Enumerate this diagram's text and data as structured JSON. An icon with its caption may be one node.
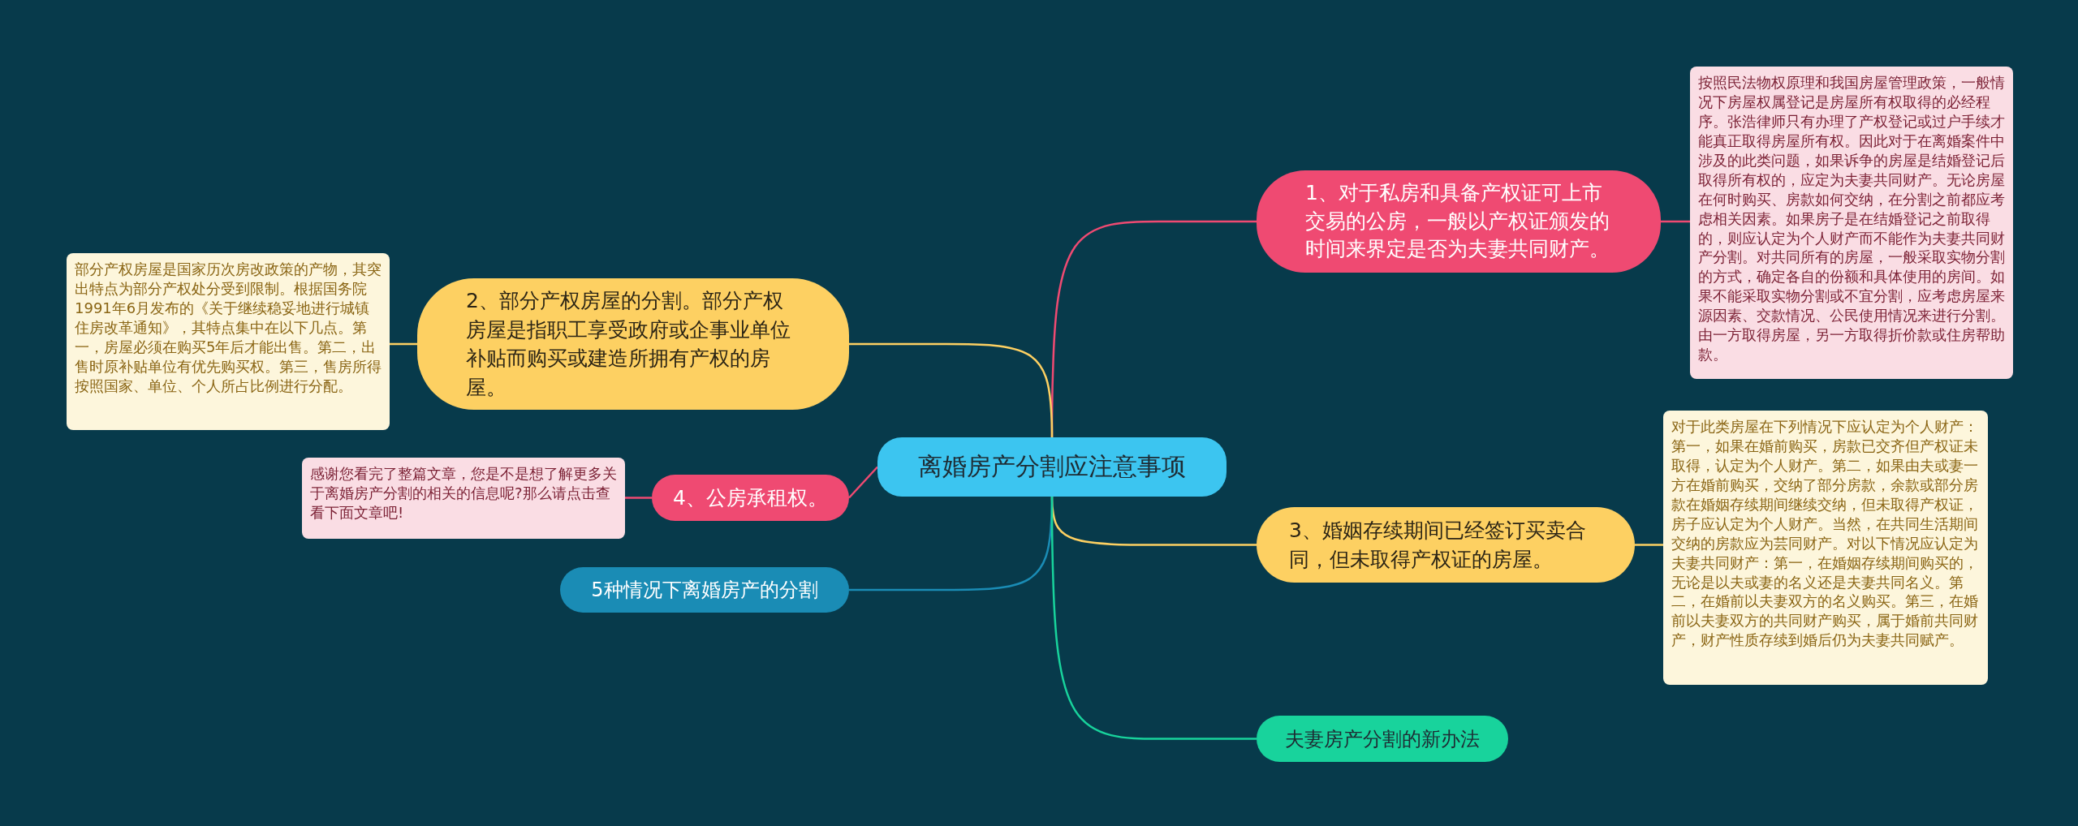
{
  "diagram": {
    "nodes": [
      {
        "text": [
          "离婚房产分割应注意事项"
        ]
      },
      {
        "text": [
          "1、对于私房和具备产权证可上市交易的公房，一般以产权证颁发的时间来界定是否为夫妻共同财产。"
        ]
      },
      {
        "text": [
          "按照民法物权原理和我国房屋管理政策，一般情况下房屋权属登记是房屋所有权取得的必经程序。张浩律师只有办理了产权登记或过户手续才能真正取得房屋所有权。因此对于在离婚案件中涉及的此类问题，如果诉争的房屋是结婚登记后取得所有权的，应定为夫妻共同财产。无论房屋在何时购买、房款如何交纳，在分割之前都应考虑相关因素。如果房子是在结婚登记之前取得的，则应认定为个人财产而不能作为夫妻共同财产分割。对共同所有的房屋，一般采取实物分割的方式，确定各自的份额和具体使用的房间。如果不能采取实物分割或不宜分割，应考虑房屋来源因素、交款情况、公民使用情况来进行分割。由一方取得房屋，另一方取得折价款或住房帮助款。"
        ]
      },
      {
        "text": [
          "2、部分产权房屋的分割。部分产权房屋是指职工享受政府或企事业单位补贴而购买或建造所拥有产权的房屋。"
        ]
      },
      {
        "text": [
          "部分产权房屋是国家历次房改政策的产物，其突出特点为部分产权处分受到限制。根据国务院1991年6月发布的《关于继续稳妥地进行城镇住房改革通知》，其特点集中在以下几点。第一，房屋必须在购买5年后才能出售。第二，出售时原补贴单位有优先购买权。第三，售房所得按照国家、单位、个人所占比例进行分配。"
        ]
      },
      {
        "text": [
          "3、婚姻存续期间已经签订买卖合同，但未取得产权证的房屋。"
        ]
      },
      {
        "text": [
          "对于此类房屋在下列情况下应认定为个人财产：第一，如果在婚前购买，房款已交齐但产权证未取得，认定为个人财产。第二，如果由夫或妻一方在婚前购买，交纳了部分房款，余款或部分房款在婚姻存续期间继续交纳，但未取得产权证，房子应认定为个人财产。当然，在共同生活期间交纳的房款应为芸同财产。对以下情况应认定为夫妻共同财产：第一，在婚姻存续期间购买的，无论是以夫或妻的名义还是夫妻共同名义。第二，在婚前以夫妻双方的名义购买。第三，在婚前以夫妻双方的共同财产购买，属于婚前共同财产，财产性质存续到婚后仍为夫妻共同赋产。"
        ]
      },
      {
        "text": [
          "4、公房承租权。"
        ]
      },
      {
        "text": [
          "感谢您看完了整篇文章，您是不是想了解更多关于离婚房产分割的相关的信息呢?那么请点击查看下面文章吧!"
        ]
      },
      {
        "text": [
          "5种情况下离婚房产的分割"
        ]
      },
      {
        "text": [
          "夫妻房产分割的新办法"
        ]
      }
    ],
    "edges": [
      {
        "from": 0,
        "to": 1,
        "arrow": "none",
        "color": "#ef4a72"
      },
      {
        "from": 1,
        "to": 2,
        "arrow": "none",
        "color": "#ef4a72"
      },
      {
        "from": 0,
        "to": 3,
        "arrow": "none",
        "color": "#fdd062"
      },
      {
        "from": 3,
        "to": 4,
        "arrow": "none",
        "color": "#fdd062"
      },
      {
        "from": 0,
        "to": 5,
        "arrow": "none",
        "color": "#fdd062"
      },
      {
        "from": 5,
        "to": 6,
        "arrow": "none",
        "color": "#fdd062"
      },
      {
        "from": 0,
        "to": 7,
        "arrow": "none",
        "color": "#ef4a72"
      },
      {
        "from": 7,
        "to": 8,
        "arrow": "none",
        "color": "#ef4a72"
      },
      {
        "from": 0,
        "to": 9,
        "arrow": "none",
        "color": "#1a8cb5"
      },
      {
        "from": 0,
        "to": 10,
        "arrow": "none",
        "color": "#18d39c"
      }
    ]
  }
}
